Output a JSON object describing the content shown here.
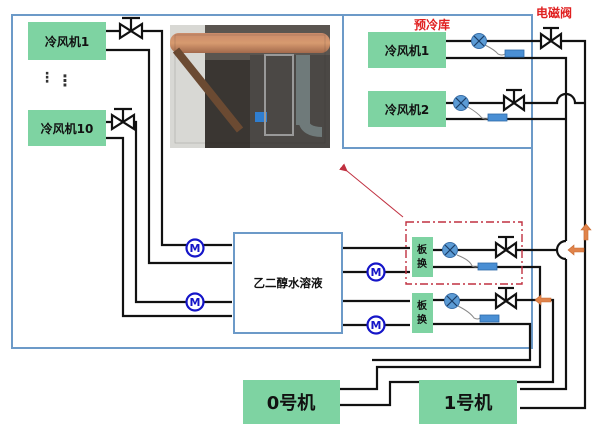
{
  "main_system": {
    "fan_units": [
      {
        "label": "冷风机1"
      },
      {
        "label": "冷风机10"
      }
    ],
    "ellipsis": "⋮",
    "tank_label": "乙二醇水溶液",
    "pump_symbol": "M",
    "heat_exchangers": [
      {
        "label_line1": "板",
        "label_line2": "换"
      },
      {
        "label_line1": "板",
        "label_line2": "换"
      }
    ]
  },
  "precool_room": {
    "title": "预冷库",
    "fan_units": [
      {
        "label": "冷风机1"
      },
      {
        "label": "冷风机2"
      }
    ]
  },
  "solenoid_valve_label": "电磁阀",
  "compressors": [
    {
      "label": "0号机"
    },
    {
      "label": "1号机"
    }
  ],
  "photo": {
    "description": "设备现场照片"
  },
  "colors": {
    "unit_fill": "#7ed3a2",
    "frame": "#6c9ac8",
    "pump": "#1515c8",
    "expansion_valve": "#5b9bd5",
    "red_label": "#e02020",
    "flow_arrow": "#e0834a",
    "highlight_box": "#c03040"
  }
}
